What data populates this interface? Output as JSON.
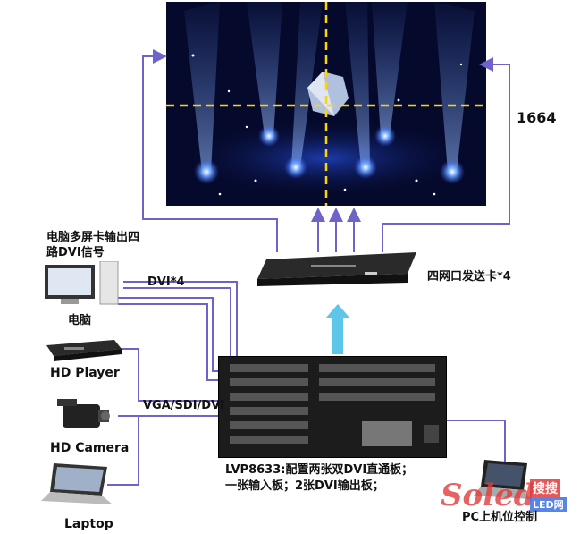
{
  "stage": {
    "colors": {
      "bg": "#05092b",
      "light": "#3a7bff",
      "guide": "#ffd400"
    }
  },
  "labels": {
    "resolution": "1664",
    "pc_source_line1": "电脑多屏卡输出四",
    "pc_source_line2": "路DVI信号",
    "dvi": "DVI*4",
    "pc": "电脑",
    "hd_player": "HD Player",
    "vga": "VGA/SDI/DVI",
    "hd_camera": "HD Camera",
    "laptop": "Laptop",
    "sender": "四网口发送卡*4",
    "lvp_line1": "LVP8633:配置两张双DVI直通板；",
    "lvp_line2": "一张输入板；2张DVI输出板；",
    "pc_control": "PC上机位控制"
  },
  "colors": {
    "wire": "#6e63c8",
    "arrow": "#5dc6ea",
    "device": "#1a1a1a"
  },
  "watermark": {
    "brand": "Soled",
    "cn1": "搜搜",
    "cn2": "LED网"
  }
}
